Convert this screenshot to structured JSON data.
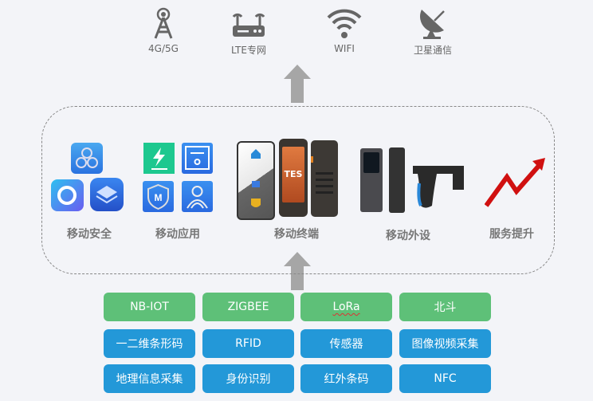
{
  "networks": [
    {
      "label": "4G/5G",
      "icon": "cell-tower-icon"
    },
    {
      "label": "LTE专网",
      "icon": "router-icon"
    },
    {
      "label": "WIFI",
      "icon": "wifi-icon"
    },
    {
      "label": "卫星通信",
      "icon": "satellite-dish-icon"
    }
  ],
  "categories": {
    "security": "移动安全",
    "apps": "移动应用",
    "terminals": "移动终端",
    "peripherals": "移动外设",
    "service": "服务提升"
  },
  "terminal_text": "TES",
  "tech": [
    [
      {
        "label": "NB-IOT"
      },
      {
        "label": "ZIGBEE"
      },
      {
        "label": "LoRa"
      },
      {
        "label": "北斗"
      }
    ],
    [
      {
        "label": "一二维条形码"
      },
      {
        "label": "RFID"
      },
      {
        "label": "传感器"
      },
      {
        "label": "图像视频采集"
      }
    ],
    [
      {
        "label": "地理信息采集"
      },
      {
        "label": "身份识别"
      },
      {
        "label": "红外条码"
      },
      {
        "label": "NFC"
      }
    ]
  ],
  "colors": {
    "green": "#5ec078",
    "blue": "#2398d8",
    "arrow": "#a6a6a6",
    "icon": "#666666",
    "trend": "#d01010"
  }
}
